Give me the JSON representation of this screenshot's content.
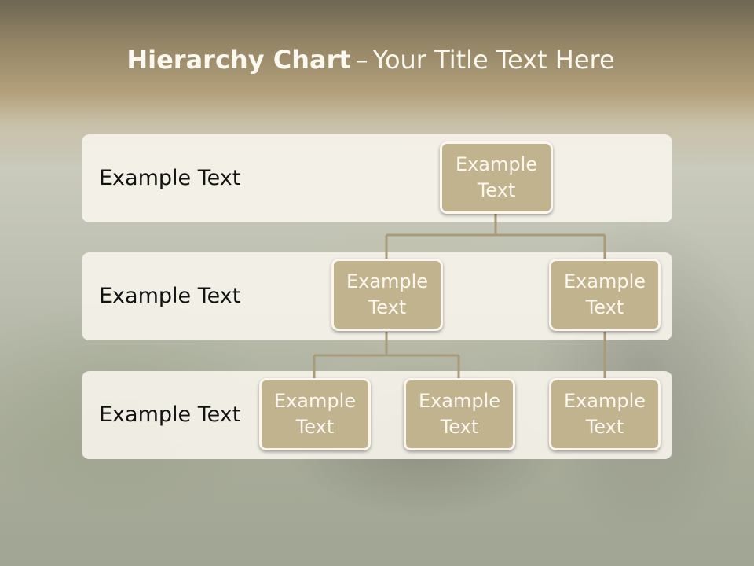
{
  "title": {
    "bold": "Hierarchy Chart",
    "dash": "–",
    "rest": "Your Title Text Here"
  },
  "rows": [
    {
      "label": "Example Text"
    },
    {
      "label": "Example Text"
    },
    {
      "label": "Example Text"
    }
  ],
  "nodes": [
    {
      "id": "root",
      "text": "Example Text"
    },
    {
      "id": "mid-left",
      "text": "Example Text",
      "parent": "root"
    },
    {
      "id": "mid-right",
      "text": "Example Text",
      "parent": "root"
    },
    {
      "id": "leaf-1",
      "text": "Example Text",
      "parent": "mid-left"
    },
    {
      "id": "leaf-2",
      "text": "Example Text",
      "parent": "mid-left"
    },
    {
      "id": "leaf-3",
      "text": "Example Text",
      "parent": "mid-right"
    }
  ],
  "colors": {
    "node_fill": "#c2b38f",
    "band_fill": "#f7f4ec",
    "connector": "#a89b77"
  }
}
